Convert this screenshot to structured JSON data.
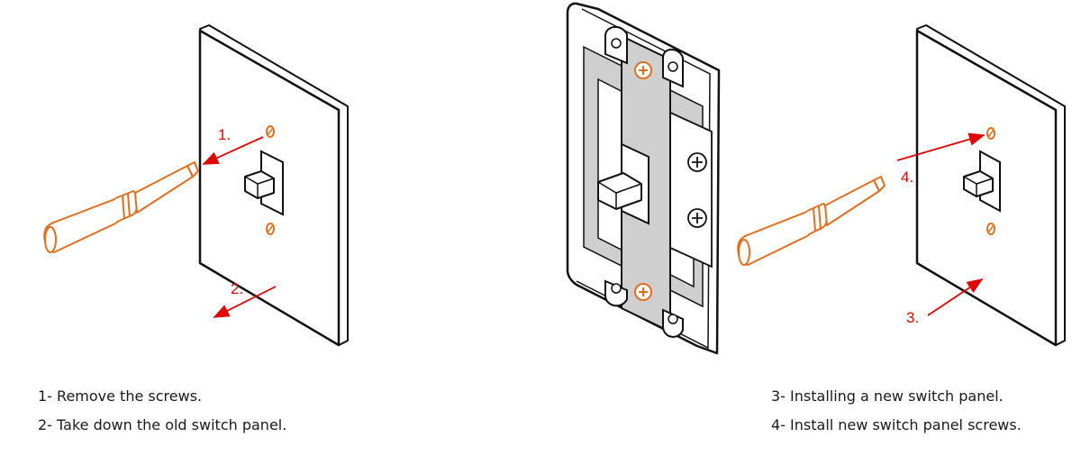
{
  "colors": {
    "outline": "#111111",
    "arrow": "#e10000",
    "screwdriver": "#e07020",
    "plate_fill": "#ffffff",
    "plate_inner": "#cfcfcf"
  },
  "steps": {
    "label_1": "1.",
    "label_2": "2.",
    "label_3": "3.",
    "label_4": "4."
  },
  "captions": {
    "left": [
      "1- Remove the screws.",
      "2- Take down the old switch panel."
    ],
    "right": [
      "3- Installing a new switch panel.",
      "4- Install new switch panel screws."
    ]
  },
  "icons": [
    "screwdriver-icon",
    "switch-plate-icon",
    "switch-box-icon",
    "screw-icon",
    "arrow-icon"
  ]
}
